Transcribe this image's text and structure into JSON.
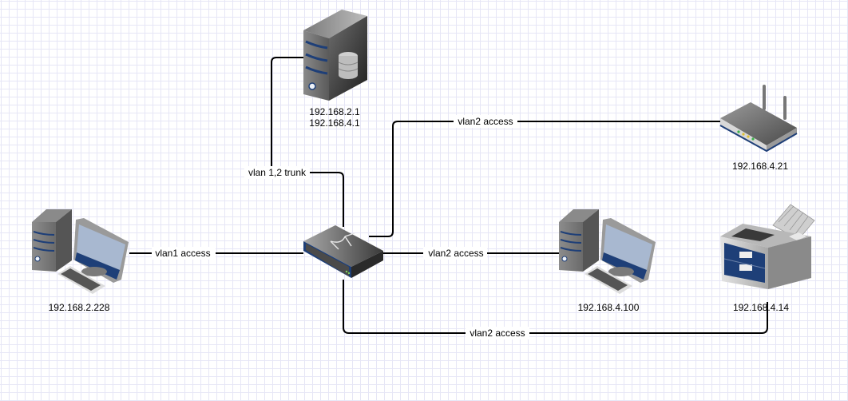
{
  "diagram": {
    "type": "network-topology",
    "nodes": {
      "server": {
        "kind": "server",
        "labels": [
          "192.168.2.1",
          "192.168.4.1"
        ]
      },
      "router": {
        "kind": "wifi-router",
        "labels": [
          "192.168.4.21"
        ]
      },
      "switch": {
        "kind": "switch",
        "labels": []
      },
      "pc_left": {
        "kind": "workstation",
        "labels": [
          "192.168.2.228"
        ]
      },
      "pc_right": {
        "kind": "workstation",
        "labels": [
          "192.168.4.100"
        ]
      },
      "printer": {
        "kind": "printer",
        "labels": [
          "192.168.4.14"
        ]
      }
    },
    "edges": [
      {
        "id": "trunk",
        "from": "server",
        "to": "switch",
        "label": "vlan 1,2 trunk"
      },
      {
        "id": "to-router",
        "from": "switch",
        "to": "router",
        "label": "vlan2 access"
      },
      {
        "id": "to-pc-left",
        "from": "pc_left",
        "to": "switch",
        "label": "vlan1 access"
      },
      {
        "id": "to-pc-right",
        "from": "switch",
        "to": "pc_right",
        "label": "vlan2 access"
      },
      {
        "id": "to-printer",
        "from": "switch",
        "to": "printer",
        "label": "vlan2 access"
      }
    ]
  }
}
